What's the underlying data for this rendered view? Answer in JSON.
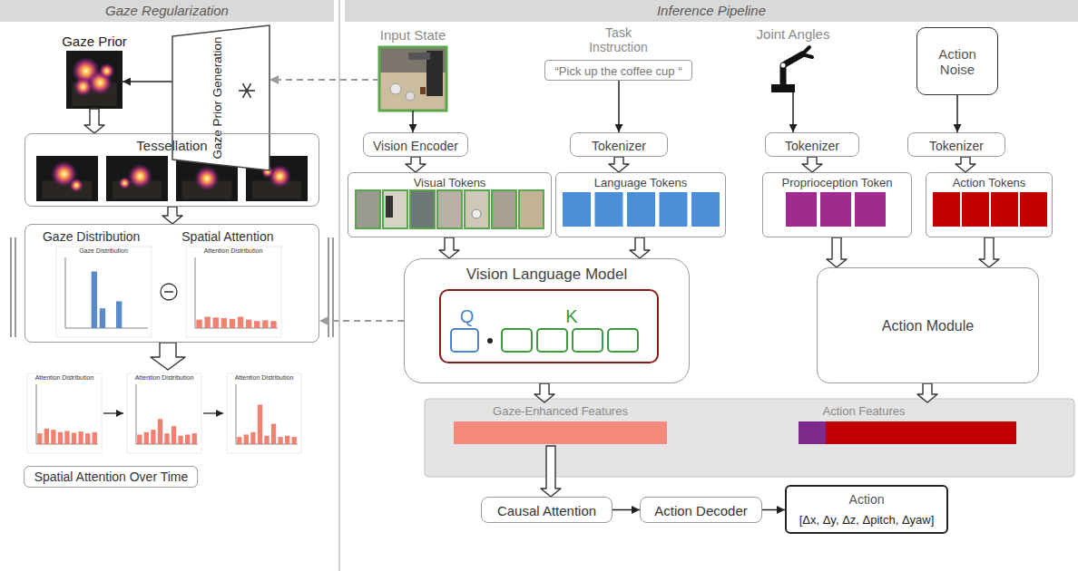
{
  "diagram": {
    "nodes": [
      {
        "text": [
          "Gaze Regularization"
        ]
      },
      {
        "text": [
          "Inference Pipeline"
        ]
      },
      {
        "text": [
          "Gaze Prior"
        ]
      },
      {
        "text": [
          "Gaze Prior Generation"
        ]
      },
      {
        "text": [
          "Input State"
        ]
      },
      {
        "text": [
          "Task Instruction",
          "“Pick up the coffee cup “"
        ]
      },
      {
        "text": [
          "Joint Angles"
        ]
      },
      {
        "text": [
          "Action Noise"
        ]
      },
      {
        "text": [
          "Vision Encoder"
        ]
      },
      {
        "text": [
          "Tokenizer"
        ]
      },
      {
        "text": [
          "Tokenizer"
        ]
      },
      {
        "text": [
          "Tokenizer"
        ]
      },
      {
        "text": [
          "Visual Tokens"
        ]
      },
      {
        "text": [
          "Language Tokens"
        ]
      },
      {
        "text": [
          "Proprioception Token"
        ]
      },
      {
        "text": [
          "Action Tokens"
        ]
      },
      {
        "text": [
          "Tessellation"
        ]
      },
      {
        "text": [
          "Gaze Distribution",
          "Spatial Attention"
        ]
      },
      {
        "text": [
          "Vision Language Model"
        ]
      },
      {
        "text": [
          "Q",
          "K"
        ],
        "in": 18
      },
      {
        "text": [
          "Action Module"
        ]
      },
      {
        "text": [
          "Gaze-Enhanced Features"
        ]
      },
      {
        "text": [
          "Action Features"
        ]
      },
      {
        "text": [
          "Causal Attention"
        ]
      },
      {
        "text": [
          "Action Decoder"
        ]
      },
      {
        "text": [
          "Action",
          "[Δx, Δy, Δz, Δpitch, Δyaw]"
        ]
      },
      {
        "text": [
          "Spatial Attention Over Time"
        ]
      }
    ],
    "edges": [
      {
        "from": 3,
        "to": 2,
        "arrow": "to"
      },
      {
        "from": 4,
        "to": 3,
        "arrow": "to"
      },
      {
        "from": 2,
        "to": 16,
        "arrow": "to"
      },
      {
        "from": 16,
        "to": 17,
        "arrow": "to"
      },
      {
        "from": 18,
        "to": 17,
        "arrow": "to"
      },
      {
        "from": 17,
        "to": 26,
        "arrow": "to"
      },
      {
        "from": 4,
        "to": 8,
        "arrow": "to"
      },
      {
        "from": 5,
        "to": 9,
        "arrow": "to"
      },
      {
        "from": 6,
        "to": 10,
        "arrow": "to"
      },
      {
        "from": 7,
        "to": 11,
        "arrow": "to"
      },
      {
        "from": 8,
        "to": 12,
        "arrow": "to"
      },
      {
        "from": 9,
        "to": 13,
        "arrow": "to"
      },
      {
        "from": 10,
        "to": 14,
        "arrow": "to"
      },
      {
        "from": 11,
        "to": 15,
        "arrow": "to"
      },
      {
        "from": 12,
        "to": 18,
        "arrow": "to"
      },
      {
        "from": 13,
        "to": 18,
        "arrow": "to"
      },
      {
        "from": 14,
        "to": 20,
        "arrow": "to"
      },
      {
        "from": 15,
        "to": 20,
        "arrow": "to"
      },
      {
        "from": 18,
        "to": 21,
        "arrow": "to"
      },
      {
        "from": 20,
        "to": 22,
        "arrow": "to"
      },
      {
        "from": 21,
        "to": 23,
        "arrow": "to"
      },
      {
        "from": 23,
        "to": 24,
        "arrow": "to"
      },
      {
        "from": 24,
        "to": 25,
        "arrow": "to"
      }
    ],
    "labels": [
      "Gaze Distribution",
      "Attention Distribution",
      "Attention Distribution",
      "Attention Distribution",
      "Attention Distribution"
    ]
  }
}
